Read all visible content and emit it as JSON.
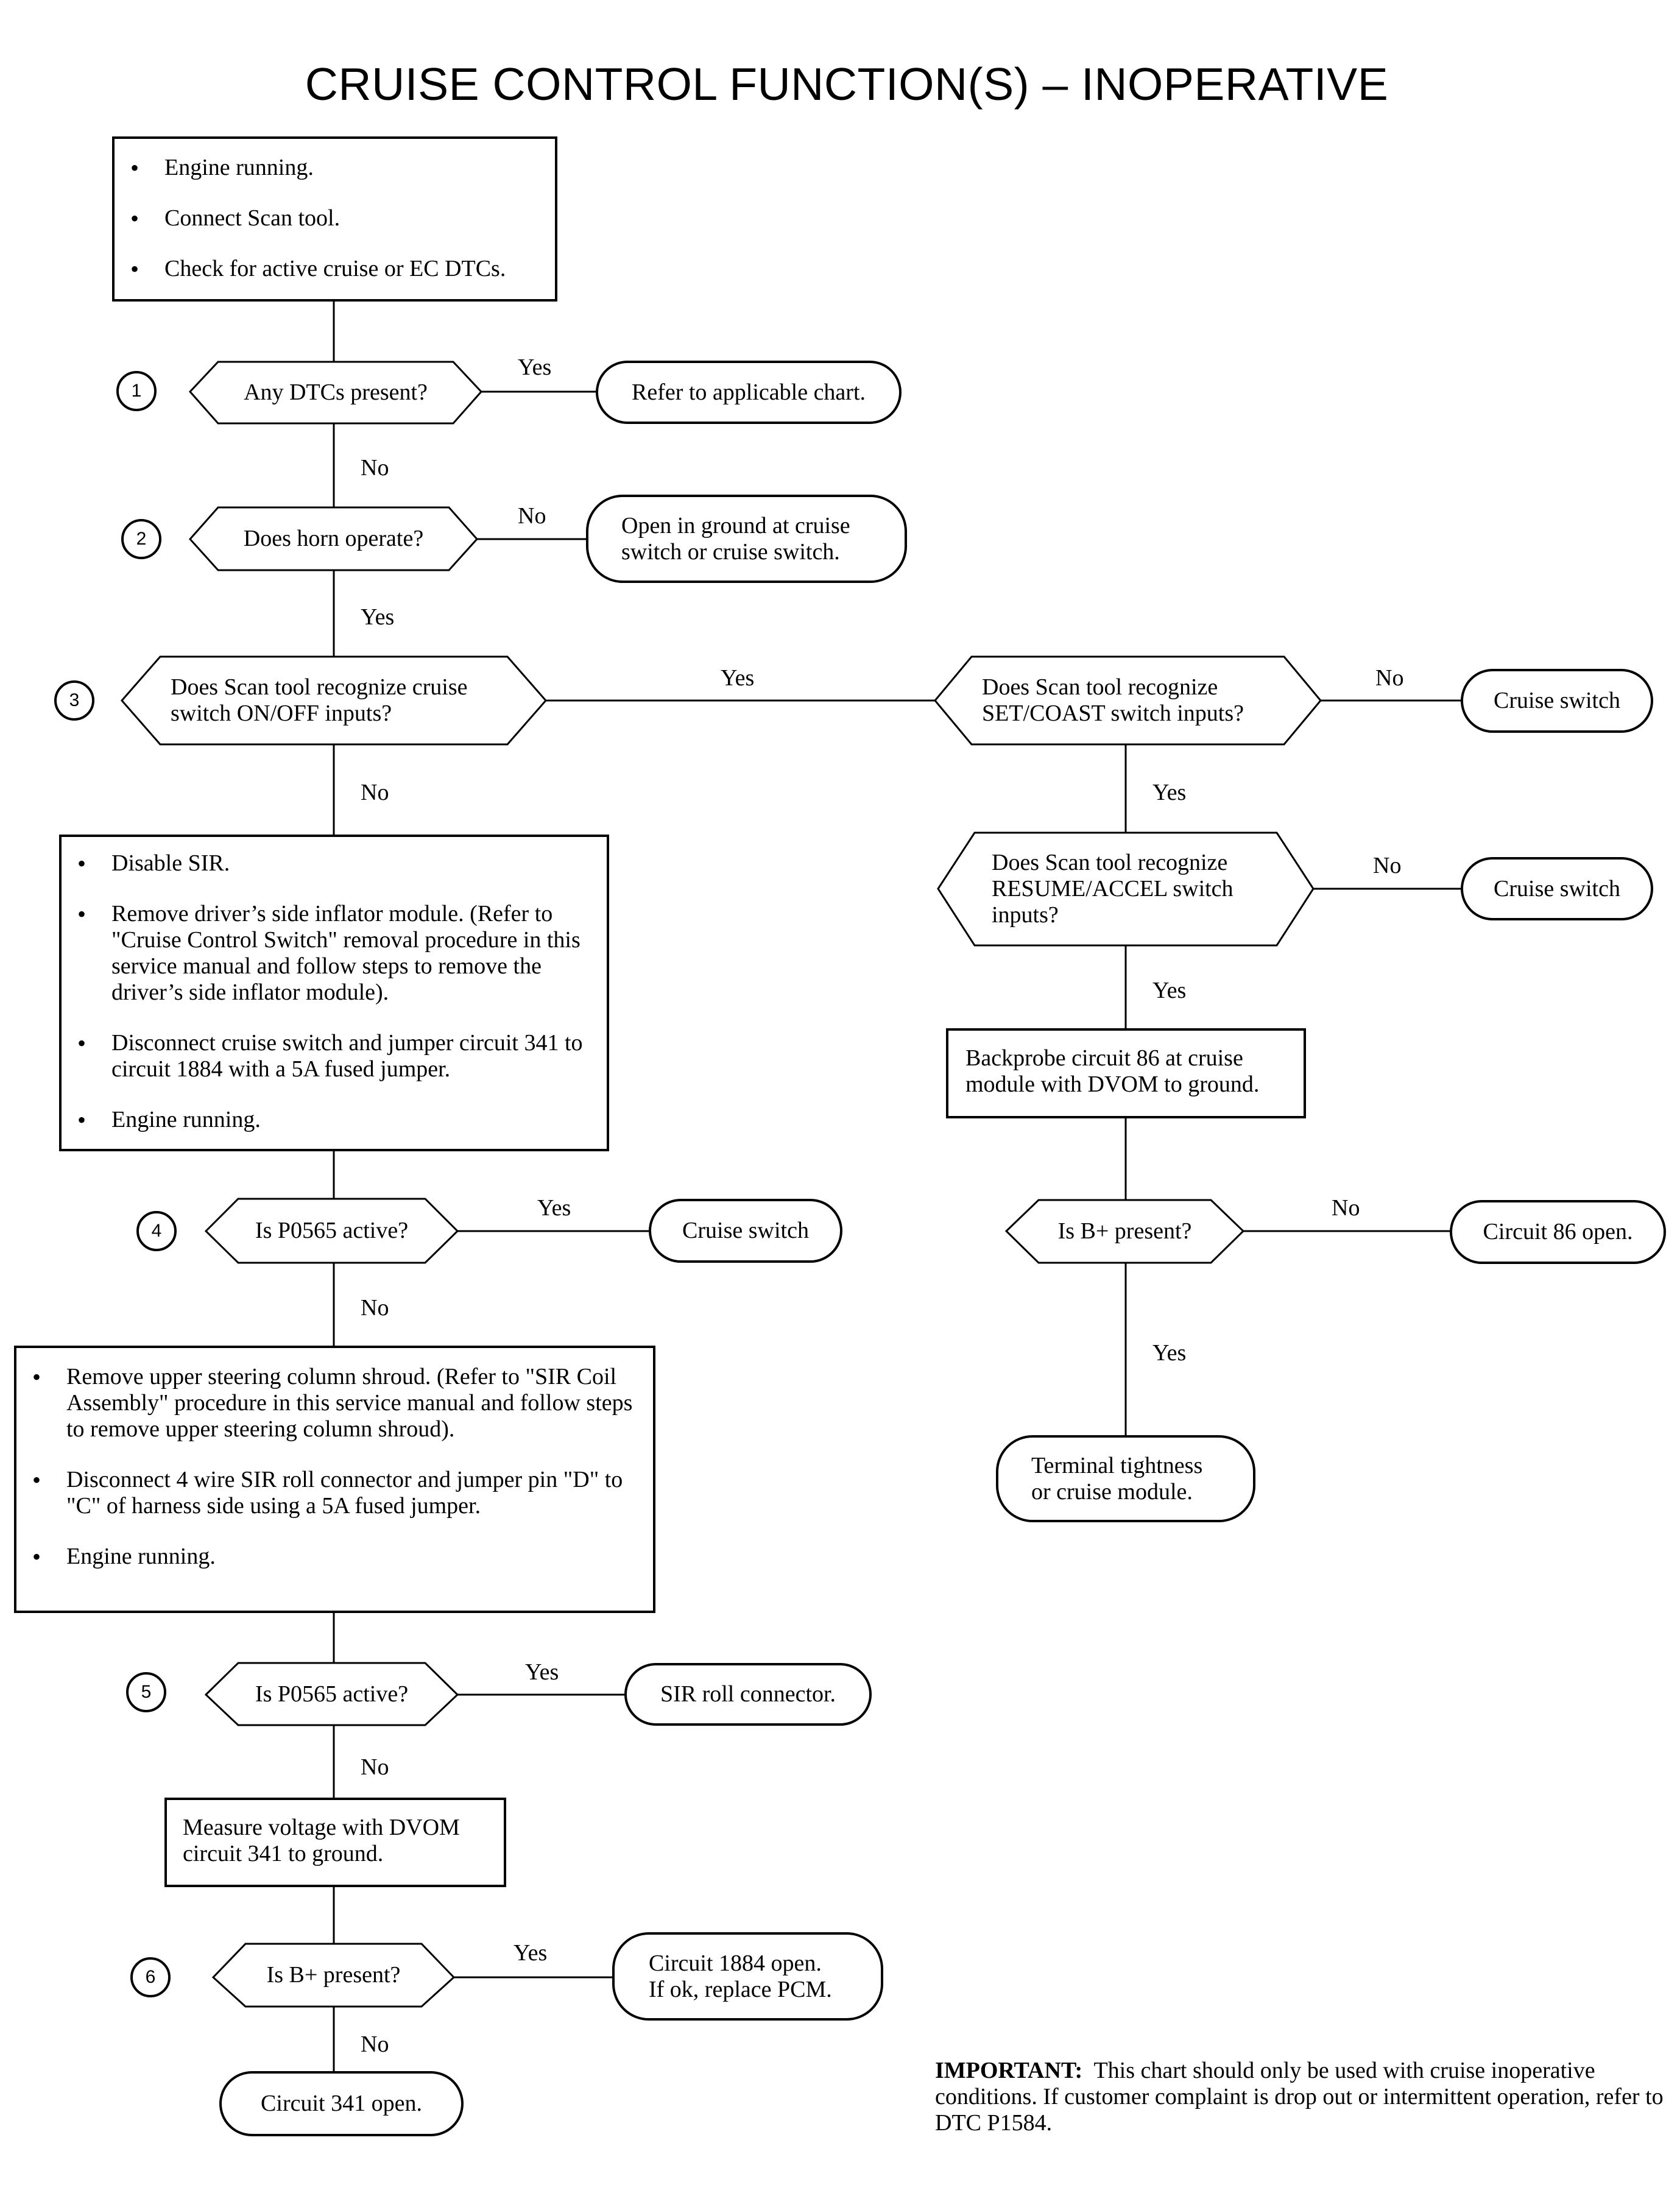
{
  "title": "CRUISE CONTROL FUNCTION(S) – INOPERATIVE",
  "steps": [
    "1",
    "2",
    "3",
    "4",
    "5",
    "6"
  ],
  "boxes": {
    "start": [
      "Engine running.",
      "Connect Scan tool.",
      "Check for active cruise or EC DTCs."
    ],
    "sir": [
      "Disable SIR.",
      "Remove driver’s side inflator module. (Refer to \"Cruise Control Switch\" removal procedure in this service manual and follow steps to remove the driver’s side inflator module).",
      "Disconnect cruise switch and jumper circuit 341 to circuit 1884 with a 5A fused jumper.",
      "Engine running."
    ],
    "shroud": [
      "Remove upper steering column shroud. (Refer to \"SIR Coil Assembly\" procedure in this service manual and follow steps to remove upper steering column shroud).",
      "Disconnect 4 wire SIR roll connector and jumper pin \"D\" to \"C\" of harness side using a 5A fused jumper.",
      "Engine running."
    ],
    "measure": "Measure voltage with DVOM\ncircuit 341 to ground.",
    "backprobe": "Backprobe circuit 86 at cruise\nmodule with DVOM to ground."
  },
  "decisions": {
    "d1": "Any DTCs present?",
    "d2": "Does horn operate?",
    "d3": "Does Scan tool recognize cruise\nswitch ON/OFF inputs?",
    "d3b": "Does Scan tool recognize\nSET/COAST switch inputs?",
    "d3c": "Does Scan tool recognize\nRESUME/ACCEL switch\ninputs?",
    "d3d": "Is B+ present?",
    "d4": "Is P0565 active?",
    "d5": "Is P0565 active?",
    "d6": "Is B+ present?"
  },
  "terminals": {
    "t1": "Refer to applicable chart.",
    "t2": "Open in ground at cruise\nswitch or cruise switch.",
    "t3b": "Cruise switch",
    "t3c": "Cruise switch",
    "t3d": "Circuit 86 open.",
    "t3e": "Terminal tightness\nor cruise module.",
    "t4": "Cruise switch",
    "t5": "SIR roll connector.",
    "t6": "Circuit 1884 open.\nIf ok, replace PCM.",
    "t7": "Circuit 341 open."
  },
  "labels": {
    "yes": "Yes",
    "no": "No"
  },
  "note": {
    "lead": "IMPORTANT:",
    "text": "This chart should only be used with cruise inoperative conditions. If customer complaint is drop out or intermittent operation, refer to DTC P1584."
  }
}
